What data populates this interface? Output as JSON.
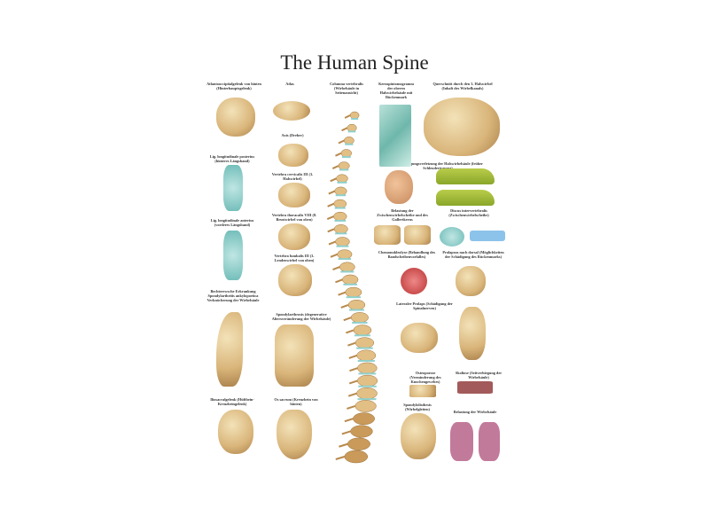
{
  "poster": {
    "title": "The Human Spine",
    "headings": [
      "Atlantooccipitalgelenk von hinten (Hinterhauptsgelenk)",
      "Atlas",
      "Columna vertebralis (Wirbelsäule in Seitenansicht)",
      "Kernspintomogramm der oberen Halswirbelsäule mit Rückenmark",
      "Querschnitt durch den 3. Halswirbel (Inhalt des Wirbelkanals)",
      "Axis (Dreher)",
      "Lig. longitudinale posterius (hinteres Längsband)",
      "Vertebra cervicalis III (3. Halswirbel)",
      "Beschleunigungsverletzung der Halswirbelsäule (früher Schleudertrauma)",
      "Vertebra thoracalis VIII (8. Brustwirbel von oben)",
      "Lig. longitudinale anterius (vorderes Längsband)",
      "Belastung der Zwischenwirbelscheibe und des Gallertkerns",
      "Discus intervertebralis (Zwischenwirbelscheibe)",
      "Vertebra lumbalis III (3. Lendenwirbel von oben)",
      "Chemonukleolyse (Behandlung des Bandscheibenvorfalles)",
      "Prolapsus nach dorsal (Möglichkeiten der Schädigung des Rückenmarks)",
      "Bechterewsche Erkrankung Spondylarthritis ankylopoetica Verknöcherung der Wirbelsäule",
      "Spondylarthrosis (degenerative Altersveränderung der Wirbelsäule)",
      "Lateraler Prolaps (Schädigung der Spinalnerven)",
      "Osteoporose (Verminderung des Knochengewebes)",
      "Skoliose (Seitverbiegung der Wirbelsäule)",
      "Iliosacralgelenk (Hüftbein-Kreuzbeingelenk)",
      "Os sacrum (Kreuzbein von hinten)",
      "Spondylolisthesis (Wirbelgleiten)",
      "Belastung der Wirbelsäule"
    ]
  }
}
